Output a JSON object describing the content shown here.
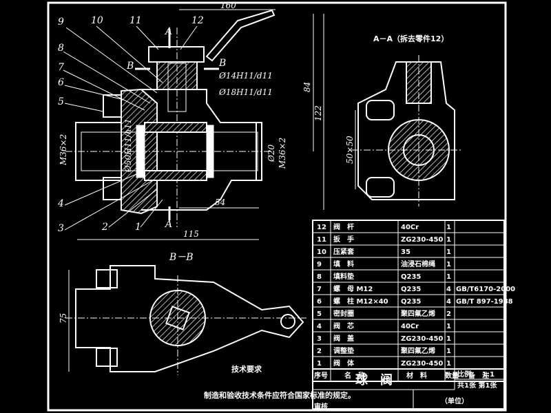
{
  "part_numbers": [
    "9",
    "10",
    "11",
    "12",
    "8",
    "7",
    "6",
    "5",
    "4",
    "3",
    "2",
    "1"
  ],
  "section_aa_title": "A－A（拆去零件12）",
  "section_bb_title": "B－B",
  "markers": {
    "a_top": "A",
    "a_bottom": "A",
    "b_left": "B",
    "b_right": "B"
  },
  "dimensions": {
    "top_160": "160",
    "fit_14": "Ø14H11/d11",
    "fit_18": "Ø18H11/d11",
    "h_84": "84",
    "h_122": "122",
    "thread_left": "M36×2",
    "fit_50": "Ø50H11/h11",
    "dia_20": "Ø20",
    "thread_right": "M36×2",
    "len_54": "54",
    "len_115": "115",
    "aa_50x50": "50×50",
    "bb_75": "75"
  },
  "bom": {
    "rows": [
      {
        "no": "12",
        "name": "阀　杆",
        "qty": "1",
        "material": "40Cr",
        "standard": ""
      },
      {
        "no": "11",
        "name": "扳　手",
        "qty": "1",
        "material": "ZG230-450",
        "standard": ""
      },
      {
        "no": "10",
        "name": "压紧套",
        "qty": "1",
        "material": "35",
        "standard": ""
      },
      {
        "no": "9",
        "name": "填　料",
        "qty": "1",
        "material": "油浸石棉绳",
        "standard": ""
      },
      {
        "no": "8",
        "name": "填料垫",
        "qty": "1",
        "material": "Q235",
        "standard": ""
      },
      {
        "no": "7",
        "name": "螺　母 M12",
        "qty": "4",
        "material": "Q235",
        "standard": "GB/T6170-2000"
      },
      {
        "no": "6",
        "name": "螺　柱 M12×40",
        "qty": "4",
        "material": "Q235",
        "standard": "GB/T 897-1988"
      },
      {
        "no": "5",
        "name": "密封圈",
        "qty": "2",
        "material": "聚四氟乙烯",
        "standard": ""
      },
      {
        "no": "4",
        "name": "阀　芯",
        "qty": "1",
        "material": "40Cr",
        "standard": ""
      },
      {
        "no": "3",
        "name": "阀　盖",
        "qty": "1",
        "material": "ZG230-450",
        "standard": ""
      },
      {
        "no": "2",
        "name": "调整垫",
        "qty": "1",
        "material": "聚四氟乙烯",
        "standard": ""
      },
      {
        "no": "1",
        "name": "阀　体",
        "qty": "1",
        "material": "ZG230-450",
        "standard": ""
      }
    ],
    "header": {
      "no": "序号",
      "name": "名　称",
      "material": "材　料",
      "qty": "数量",
      "remark": "备　注"
    }
  },
  "title_block": {
    "part_name": "球　阀",
    "scale_label": "比例",
    "scale_value": "1:1",
    "sheet": "共1张 第1张",
    "unit": "（单位）",
    "review": "审核"
  },
  "tech_requirements": {
    "heading": "技术要求",
    "line1": "制造和验收技术条件应符合国家标准的规定。"
  }
}
